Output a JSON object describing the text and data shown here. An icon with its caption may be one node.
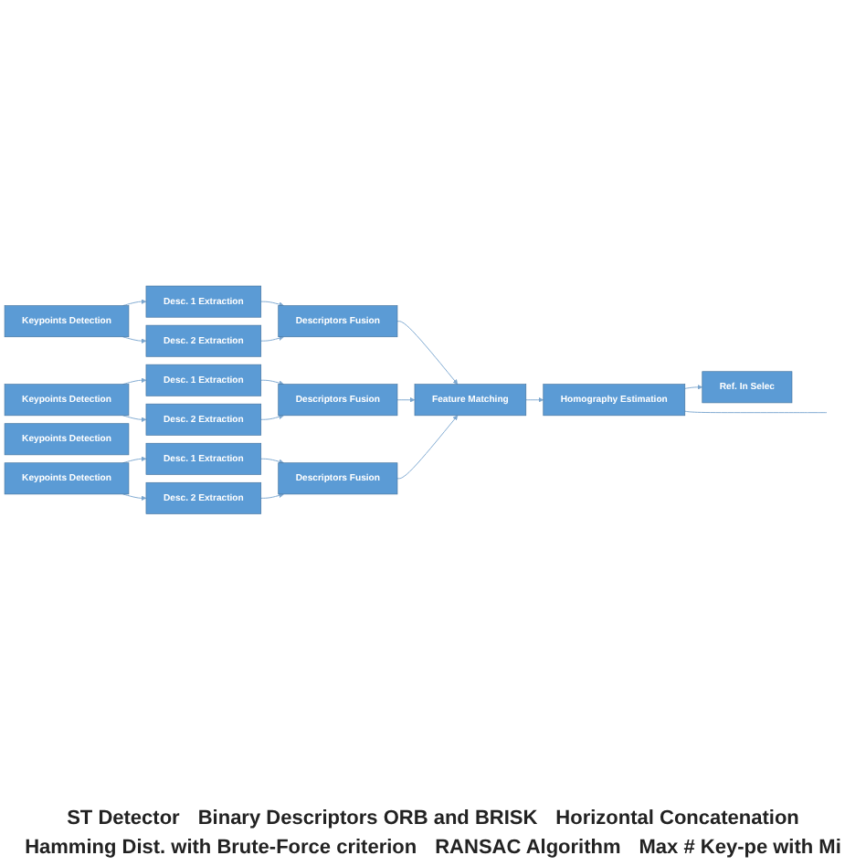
{
  "diagram": {
    "nodes": [
      {
        "text": [
          "Keypoints Detection"
        ]
      },
      {
        "text": [
          "Keypoints Detection"
        ]
      },
      {
        "text": [
          "Keypoints Detection"
        ]
      },
      {
        "text": [
          "Desc. 1 Extraction"
        ]
      },
      {
        "text": [
          "Desc. 2 Extraction"
        ]
      },
      {
        "text": [
          "Descriptors Fusion"
        ]
      },
      {
        "text": [
          "Desc. 1 Extraction"
        ]
      },
      {
        "text": [
          "Desc. 2 Extraction"
        ]
      },
      {
        "text": [
          "Descriptors Fusion"
        ]
      },
      {
        "text": [
          "Keypoints Detection"
        ]
      },
      {
        "text": [
          "Desc. 1 Extraction"
        ]
      },
      {
        "text": [
          "Desc. 2 Extraction"
        ]
      },
      {
        "text": [
          "Descriptors Fusion"
        ]
      },
      {
        "text": [
          "Feature Matching"
        ]
      },
      {
        "text": [
          "Homography Estimation"
        ]
      },
      {
        "text": [
          "Ref. In Selec"
        ]
      }
    ],
    "edges": [
      {
        "from": 0,
        "to": 3,
        "arrow": "to"
      },
      {
        "from": 0,
        "to": 4,
        "arrow": "to"
      },
      {
        "from": 3,
        "to": 5,
        "arrow": "to"
      },
      {
        "from": 4,
        "to": 5,
        "arrow": "to"
      },
      {
        "from": 1,
        "to": 6,
        "arrow": "to"
      },
      {
        "from": 1,
        "to": 7,
        "arrow": "to"
      },
      {
        "from": 6,
        "to": 8,
        "arrow": "to"
      },
      {
        "from": 7,
        "to": 8,
        "arrow": "to"
      },
      {
        "from": 9,
        "to": 10,
        "arrow": "to"
      },
      {
        "from": 9,
        "to": 11,
        "arrow": "to"
      },
      {
        "from": 10,
        "to": 12,
        "arrow": "to"
      },
      {
        "from": 11,
        "to": 12,
        "arrow": "to"
      },
      {
        "from": 5,
        "to": 13,
        "arrow": "to"
      },
      {
        "from": 8,
        "to": 13,
        "arrow": "to"
      },
      {
        "from": 12,
        "to": 13,
        "arrow": "to"
      },
      {
        "from": 13,
        "to": 14,
        "arrow": "to"
      },
      {
        "from": 14,
        "to": 15,
        "arrow": "to"
      },
      {
        "from": 14,
        "to": null,
        "arrow": "none"
      }
    ],
    "labels": [
      "ST Detector",
      "Binary Descriptors ORB and BRISK",
      "Horizontal Concatenation",
      "Hamming Dist. with Brute-Force criterion",
      "RANSAC Algorithm",
      "Max # Key-pe with Mi"
    ]
  }
}
